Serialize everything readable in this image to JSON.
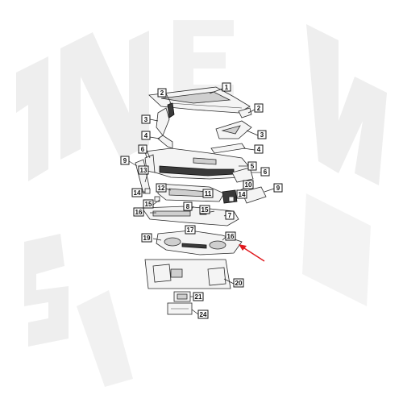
{
  "diagram": {
    "watermark_color": "#eeeeee",
    "pointer_color": "#e0191e",
    "callout_labels": [
      {
        "id": "c1",
        "text": "1"
      },
      {
        "id": "c2a",
        "text": "2"
      },
      {
        "id": "c2b",
        "text": "2"
      },
      {
        "id": "c3a",
        "text": "3"
      },
      {
        "id": "c3b",
        "text": "3"
      },
      {
        "id": "c4a",
        "text": "4"
      },
      {
        "id": "c4b",
        "text": "4"
      },
      {
        "id": "c5",
        "text": "5"
      },
      {
        "id": "c6a",
        "text": "6"
      },
      {
        "id": "c6b",
        "text": "6"
      },
      {
        "id": "c7",
        "text": "7"
      },
      {
        "id": "c8",
        "text": "8"
      },
      {
        "id": "c9a",
        "text": "9"
      },
      {
        "id": "c9b",
        "text": "9"
      },
      {
        "id": "c10",
        "text": "10"
      },
      {
        "id": "c11",
        "text": "11"
      },
      {
        "id": "c12",
        "text": "12"
      },
      {
        "id": "c13",
        "text": "13"
      },
      {
        "id": "c14a",
        "text": "14"
      },
      {
        "id": "c14b",
        "text": "14"
      },
      {
        "id": "c15a",
        "text": "15"
      },
      {
        "id": "c15b",
        "text": "15"
      },
      {
        "id": "c16a",
        "text": "16"
      },
      {
        "id": "c16b",
        "text": "16"
      },
      {
        "id": "c17",
        "text": "17"
      },
      {
        "id": "c19",
        "text": "19"
      },
      {
        "id": "c20",
        "text": "20"
      },
      {
        "id": "c21",
        "text": "21"
      },
      {
        "id": "c24",
        "text": "24"
      }
    ]
  }
}
